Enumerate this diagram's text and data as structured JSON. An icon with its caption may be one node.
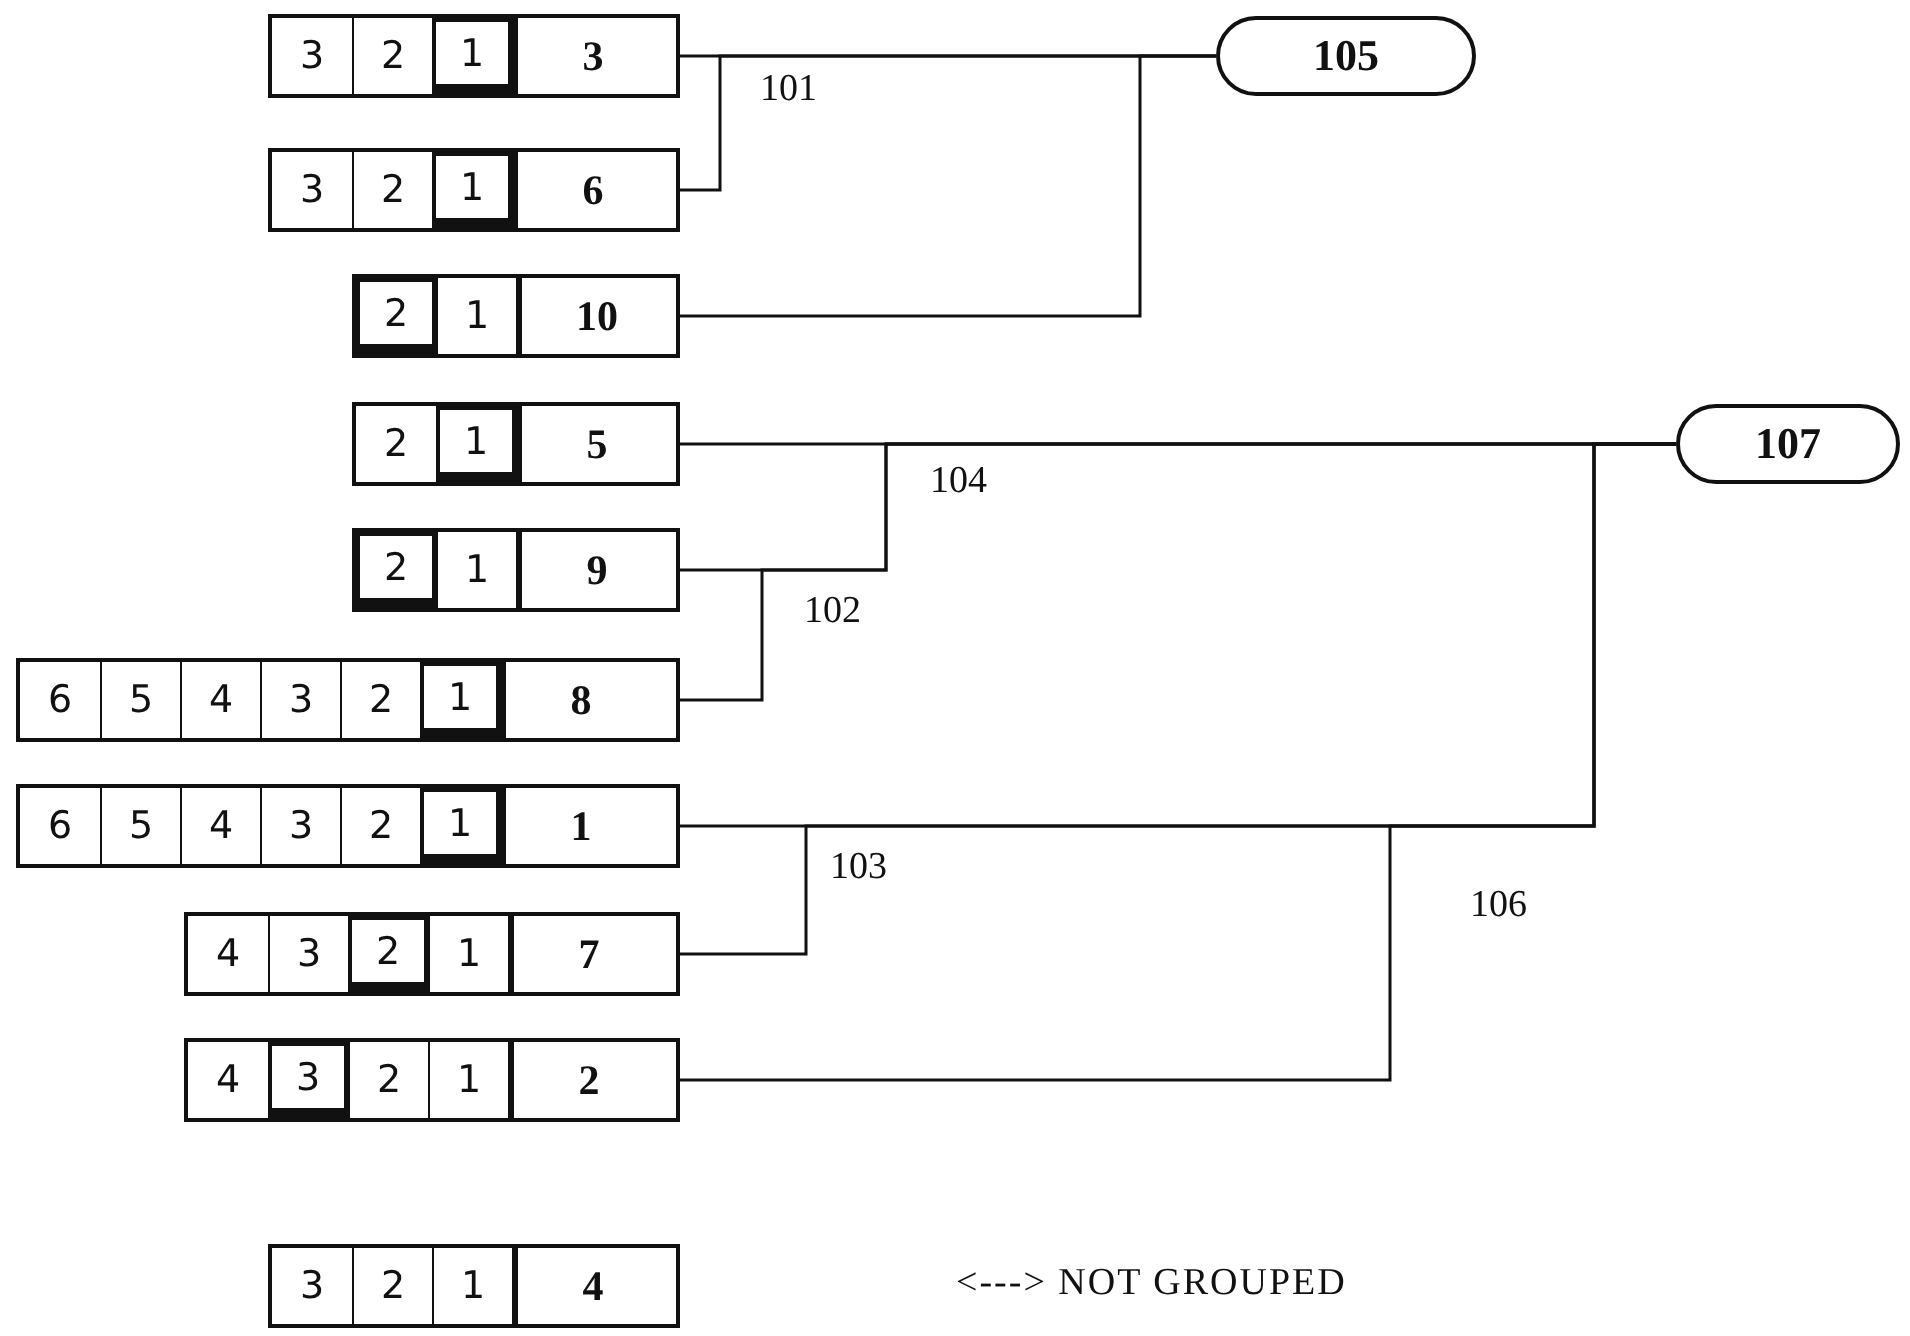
{
  "diagram": {
    "nodes": [
      {
        "text": [
          "3",
          "2",
          "1",
          "3"
        ]
      },
      {
        "text": [
          "105"
        ]
      },
      {
        "text": [
          "3",
          "2",
          "1",
          "6"
        ]
      },
      {
        "text": [
          "2",
          "1",
          "10"
        ]
      },
      {
        "text": [
          "2",
          "1",
          "5"
        ]
      },
      {
        "text": [
          "107"
        ]
      },
      {
        "text": [
          "2",
          "1",
          "9"
        ]
      },
      {
        "text": [
          "6",
          "5",
          "4",
          "3",
          "2",
          "1",
          "8"
        ]
      },
      {
        "text": [
          "6",
          "5",
          "4",
          "3",
          "2",
          "1",
          "1"
        ]
      },
      {
        "text": [
          "4",
          "3",
          "2",
          "1",
          "7"
        ]
      },
      {
        "text": [
          "4",
          "3",
          "2",
          "1",
          "2"
        ]
      },
      {
        "text": [
          "3",
          "2",
          "1",
          "4"
        ]
      }
    ],
    "edges": [
      {
        "from": 0,
        "to": 1,
        "arrow": "none"
      },
      {
        "from": 2,
        "to": 1,
        "arrow": "none"
      },
      {
        "from": 3,
        "to": 1,
        "arrow": "none"
      },
      {
        "from": 4,
        "to": 5,
        "arrow": "none"
      },
      {
        "from": 6,
        "to": 5,
        "arrow": "none"
      },
      {
        "from": 7,
        "to": 5,
        "arrow": "none"
      },
      {
        "from": 8,
        "to": 5,
        "arrow": "none"
      },
      {
        "from": 9,
        "to": 5,
        "arrow": "none"
      },
      {
        "from": 10,
        "to": 5,
        "arrow": "none"
      }
    ],
    "labels": [
      "101",
      "104",
      "102",
      "103",
      "106",
      "<---> NOT GROUPED"
    ]
  }
}
